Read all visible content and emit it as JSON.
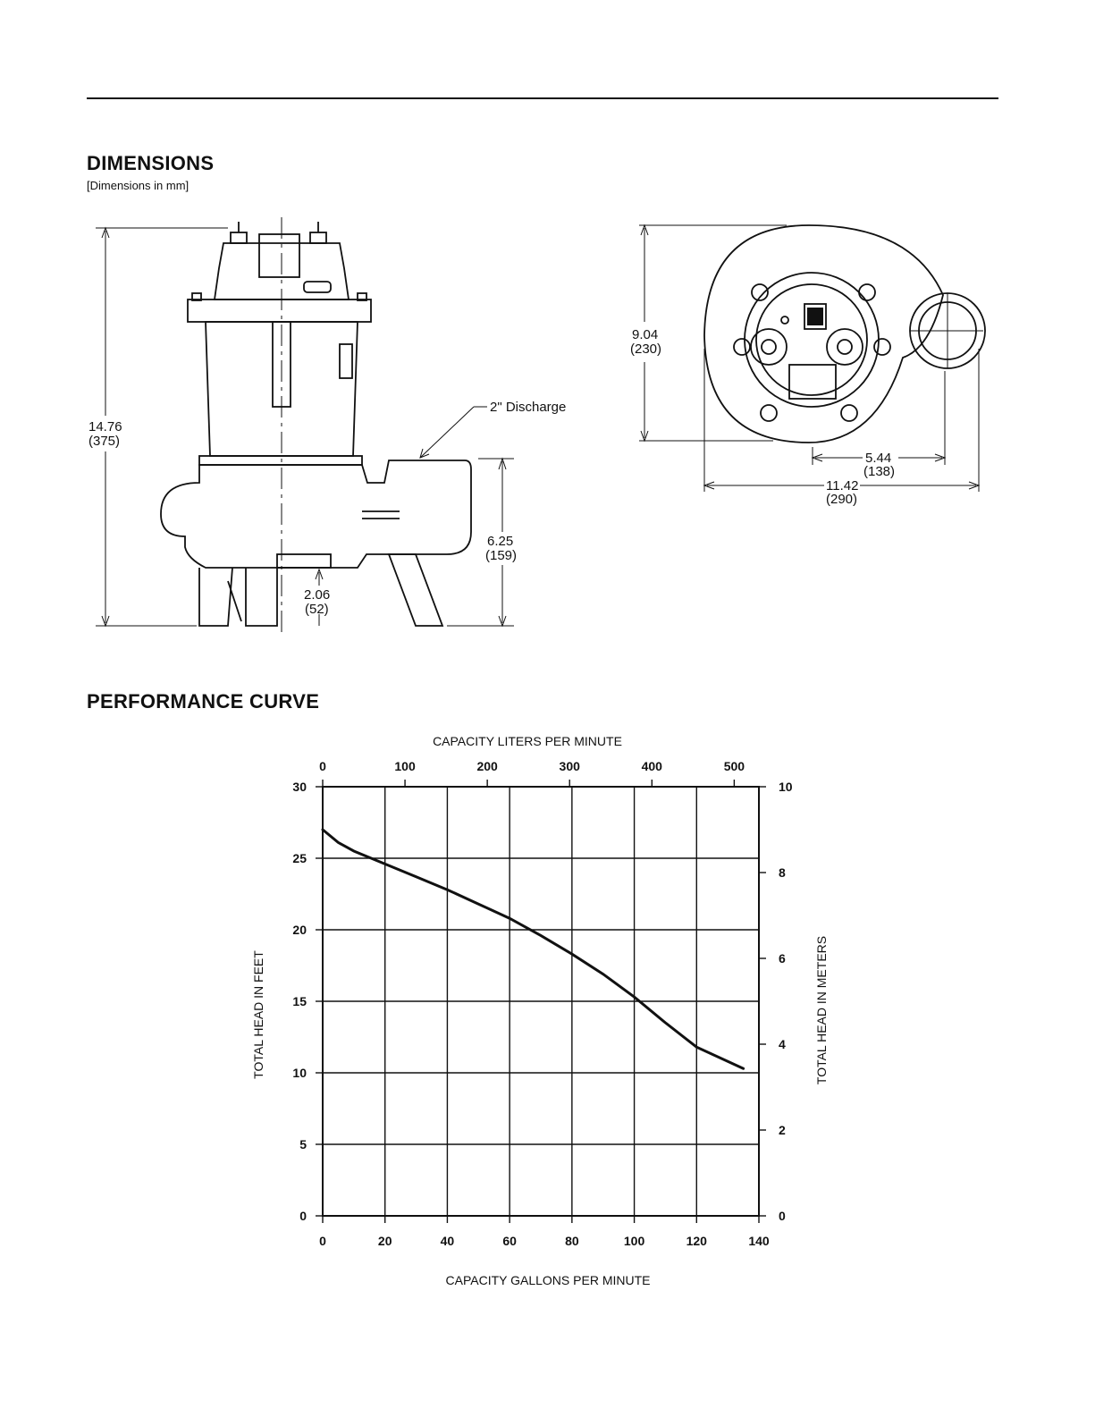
{
  "dimensions": {
    "title": "DIMENSIONS",
    "subtitle": "[Dimensions in mm]",
    "side_view": {
      "height": {
        "in": "14.76",
        "mm": "(375)"
      },
      "discharge_label": "2\" Discharge",
      "volute_height": {
        "in": "6.25",
        "mm": "(159)"
      },
      "inlet_clearance": {
        "in": "2.06",
        "mm": "(52)"
      }
    },
    "top_view": {
      "depth": {
        "in": "9.04",
        "mm": "(230)"
      },
      "discharge_offset": {
        "in": "5.44",
        "mm": "(138)"
      },
      "width": {
        "in": "11.42",
        "mm": "(290)"
      }
    }
  },
  "performance": {
    "title": "PERFORMANCE CURVE"
  },
  "chart_data": {
    "type": "line",
    "title": "",
    "xlabel": "CAPACITY GALLONS PER MINUTE",
    "x2label": "CAPACITY LITERS PER MINUTE",
    "ylabel": "TOTAL HEAD IN FEET",
    "y2label": "TOTAL HEAD IN METERS",
    "xlim": [
      0,
      140
    ],
    "ylim": [
      0,
      30
    ],
    "x2lim": [
      0,
      530
    ],
    "y2lim": [
      0,
      10
    ],
    "x_ticks": [
      0,
      20,
      40,
      60,
      80,
      100,
      120,
      140
    ],
    "y_ticks": [
      0,
      5,
      10,
      15,
      20,
      25,
      30
    ],
    "x2_ticks": [
      0,
      100,
      200,
      300,
      400,
      500
    ],
    "y2_ticks": [
      0,
      2,
      4,
      6,
      8,
      10
    ],
    "grid": true,
    "series": [
      {
        "x": [
          0,
          5,
          10,
          20,
          30,
          40,
          50,
          60,
          70,
          80,
          90,
          100,
          110,
          120,
          135
        ],
        "values": [
          27.0,
          26.1,
          25.5,
          24.6,
          23.7,
          22.8,
          21.8,
          20.8,
          19.6,
          18.3,
          16.9,
          15.3,
          13.5,
          11.8,
          10.3
        ]
      }
    ]
  }
}
